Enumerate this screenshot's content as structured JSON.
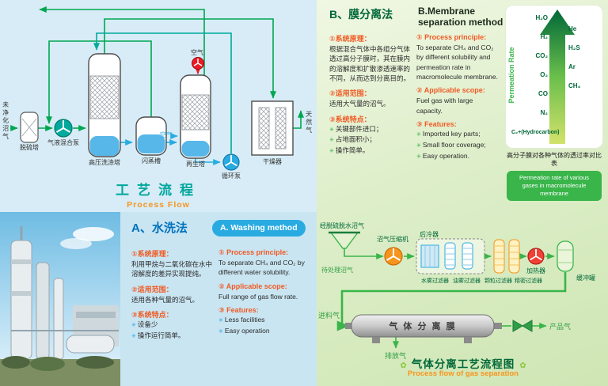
{
  "process_flow": {
    "title_cn": "工艺流程",
    "title_en": "Process Flow",
    "labels": {
      "feed": "未净化沼气",
      "desulfurizer": "脱硫塔",
      "mix_pump": "气液混合泵",
      "wash_tower": "高压洗涤塔",
      "flash_tank": "闪蒸槽",
      "regen_tower": "再生塔",
      "circ_pump": "循环泵",
      "dryer": "干燥器",
      "air_top": "空气",
      "air_side": "空气",
      "product": "天然气"
    }
  },
  "washing": {
    "heading_cn": "A、水洗法",
    "heading_en": "A. Washing method",
    "bullet": "✳",
    "cn": {
      "p1_title": "①系统原理：",
      "p1_body": "利用甲烷与二氧化碳在水中溶解度的差异实现提纯。",
      "p2_title": "②适用范围：",
      "p2_body": "适用各种气量的沼气。",
      "p3_title": "③系统特点：",
      "p3_items": [
        "设备少",
        "操作运行简单。"
      ]
    },
    "en": {
      "p1_title": "① Process principle:",
      "p1_body": "To separate CH₄ and CO₂ by different water solubility.",
      "p2_title": "② Applicable scope:",
      "p2_body": "Full range of gas flow rate.",
      "p3_title": "③ Features:",
      "p3_items": [
        "Less facilities",
        "Easy operation"
      ]
    }
  },
  "membrane": {
    "heading_cn": "B、膜分离法",
    "heading_en": "B.Membrane separation method",
    "bullet": "✳",
    "cn": {
      "p1_title": "①系统原理：",
      "p1_body": "根据混合气体中各组分气体透过高分子膜时，其在膜内的溶解度和扩散渗透速率的不同，从而达到分离目的。",
      "p2_title": "②适用范围：",
      "p2_body": "适用大气量的沼气。",
      "p3_title": "③系统特点：",
      "p3_items": [
        "关键部件进口；",
        "占地面积小；",
        "操作简单。"
      ]
    },
    "en": {
      "p1_title": "① Process principle:",
      "p1_body": "To separate CH₄ and CO₂ by different solubility and permeation rate in macromolecule membrane.",
      "p2_title": "② Applicable scope:",
      "p2_body": "Fuel gas with large capacity.",
      "p3_title": "③ Features:",
      "p3_items": [
        "Imported key parts;",
        "Small floor coverage;",
        "Easy operation."
      ]
    },
    "chart": {
      "rotated_label": "Permeation Rate",
      "caption_cn": "高分子膜对各种气体的透过率对比表",
      "caption_en": "Permeation rate of various gases in macromolecule membrane",
      "gases": {
        "left": [
          "H₂O",
          "H₂",
          "CO₂",
          "O₂",
          "CO",
          "N₂"
        ],
        "right": [
          "He",
          "H₂S",
          "Ar",
          "CH₄"
        ],
        "bottom": "C₂+(Hydrocarbon)"
      }
    },
    "flow": {
      "title_cn": "气体分离工艺流程图",
      "title_en": "Process flow of gas separation",
      "flower": "✿",
      "labels": {
        "feed_top": "经脱硫脱水沼气",
        "feed_bottom": "待处理沼气",
        "compressor": "沼气压缩机",
        "aftercooler": "后冷器",
        "water_filter": "水雾过滤器",
        "oil_filter": "油雾过滤器",
        "particle_filter": "颗粒过滤器",
        "fine_filter": "精密过滤器",
        "heater": "加热器",
        "buffer_tank": "缓冲罐",
        "feed_gas": "进料气",
        "membrane_unit": "气 体 分 离 膜",
        "product_gas": "产品气",
        "vent_gas": "排放气"
      }
    }
  },
  "colors": {
    "green": "#00a651",
    "teal": "#00a99d",
    "blue": "#29abe2",
    "orange": "#f7941d",
    "dark_green": "#006838"
  }
}
